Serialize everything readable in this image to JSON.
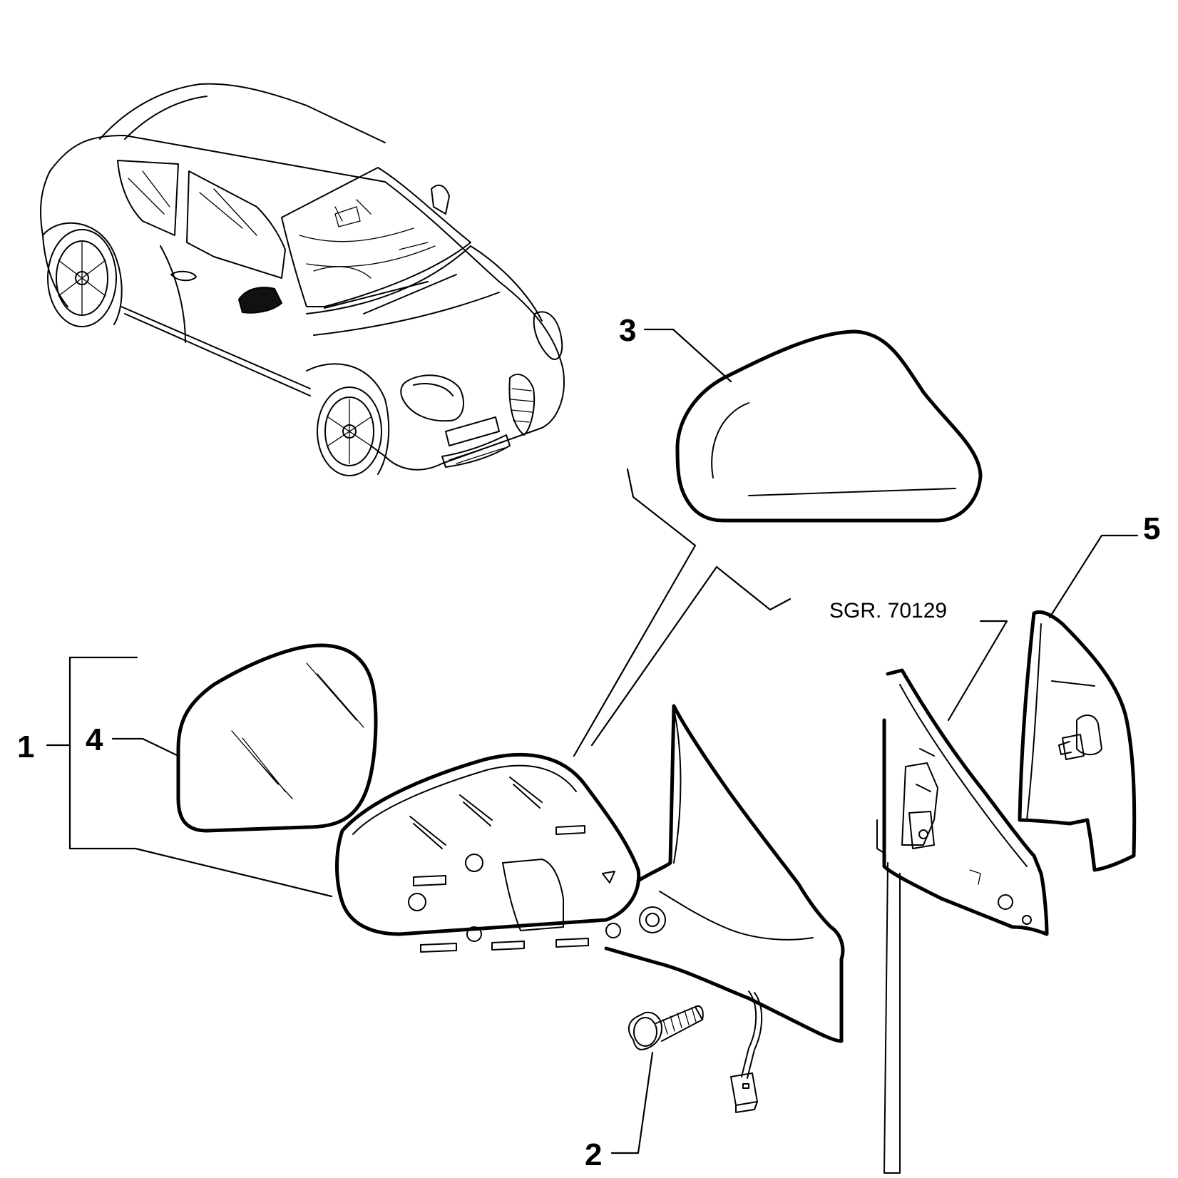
{
  "callouts": {
    "c1": "1",
    "c2": "2",
    "c3": "3",
    "c4": "4",
    "c5": "5"
  },
  "reference": "SGR. 70129"
}
